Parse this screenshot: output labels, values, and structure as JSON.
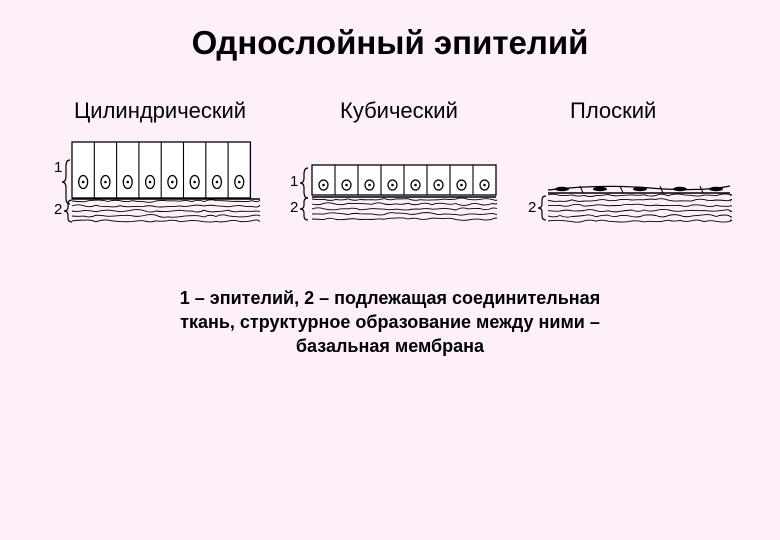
{
  "slide": {
    "title": "Однослойный эпителий"
  },
  "columns": [
    {
      "label": "Цилиндрический",
      "markers": [
        "1",
        "2"
      ]
    },
    {
      "label": "Кубический",
      "markers": [
        "1",
        "2"
      ]
    },
    {
      "label": "Плоский",
      "markers": [
        "2"
      ]
    }
  ],
  "caption": {
    "lines": [
      "1 – эпителий, 2 – подлежащая соединительная",
      "ткань, структурное образование между ними –",
      "базальная мембрана"
    ]
  },
  "colors": {
    "background": "#fdf0fb",
    "ink": "#000000"
  }
}
